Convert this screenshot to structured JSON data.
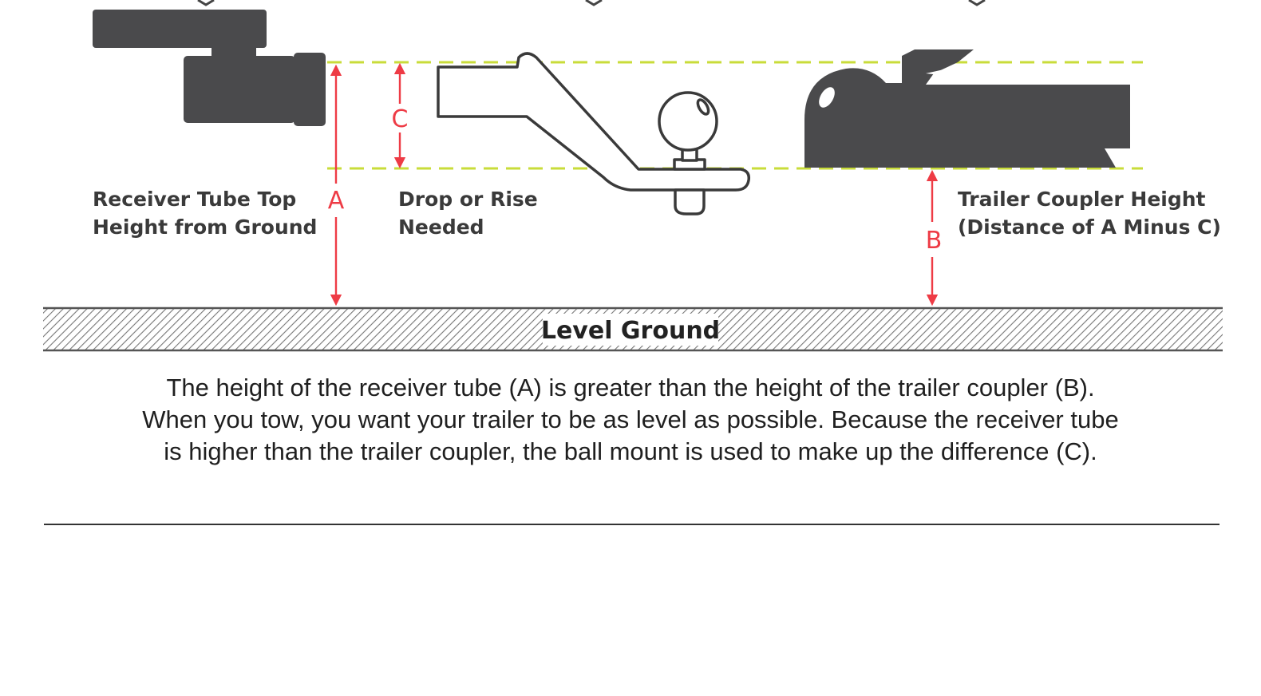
{
  "labels": {
    "receiver_line1": "Receiver Tube Top",
    "receiver_line2": "Height from Ground",
    "drop_line1": "Drop or Rise",
    "drop_line2": "Needed",
    "coupler_line1": "Trailer Coupler Height",
    "coupler_line2": "(Distance of A Minus C)",
    "letter_a": "A",
    "letter_b": "B",
    "letter_c": "C",
    "ground": "Level Ground"
  },
  "caption": {
    "line1": "The height of the receiver tube (A) is greater than the height of the trailer coupler (B).",
    "line2": "When you tow, you want your trailer to be as level as possible. Because the receiver tube",
    "line3": "is higher than the trailer coupler, the ball mount is used to make up the difference (C)."
  },
  "colors": {
    "part_fill": "#4a4a4c",
    "arrow": "#ee3b45",
    "guide_line": "#c9dc3a",
    "ground_hatch": "#6a6a6a"
  }
}
